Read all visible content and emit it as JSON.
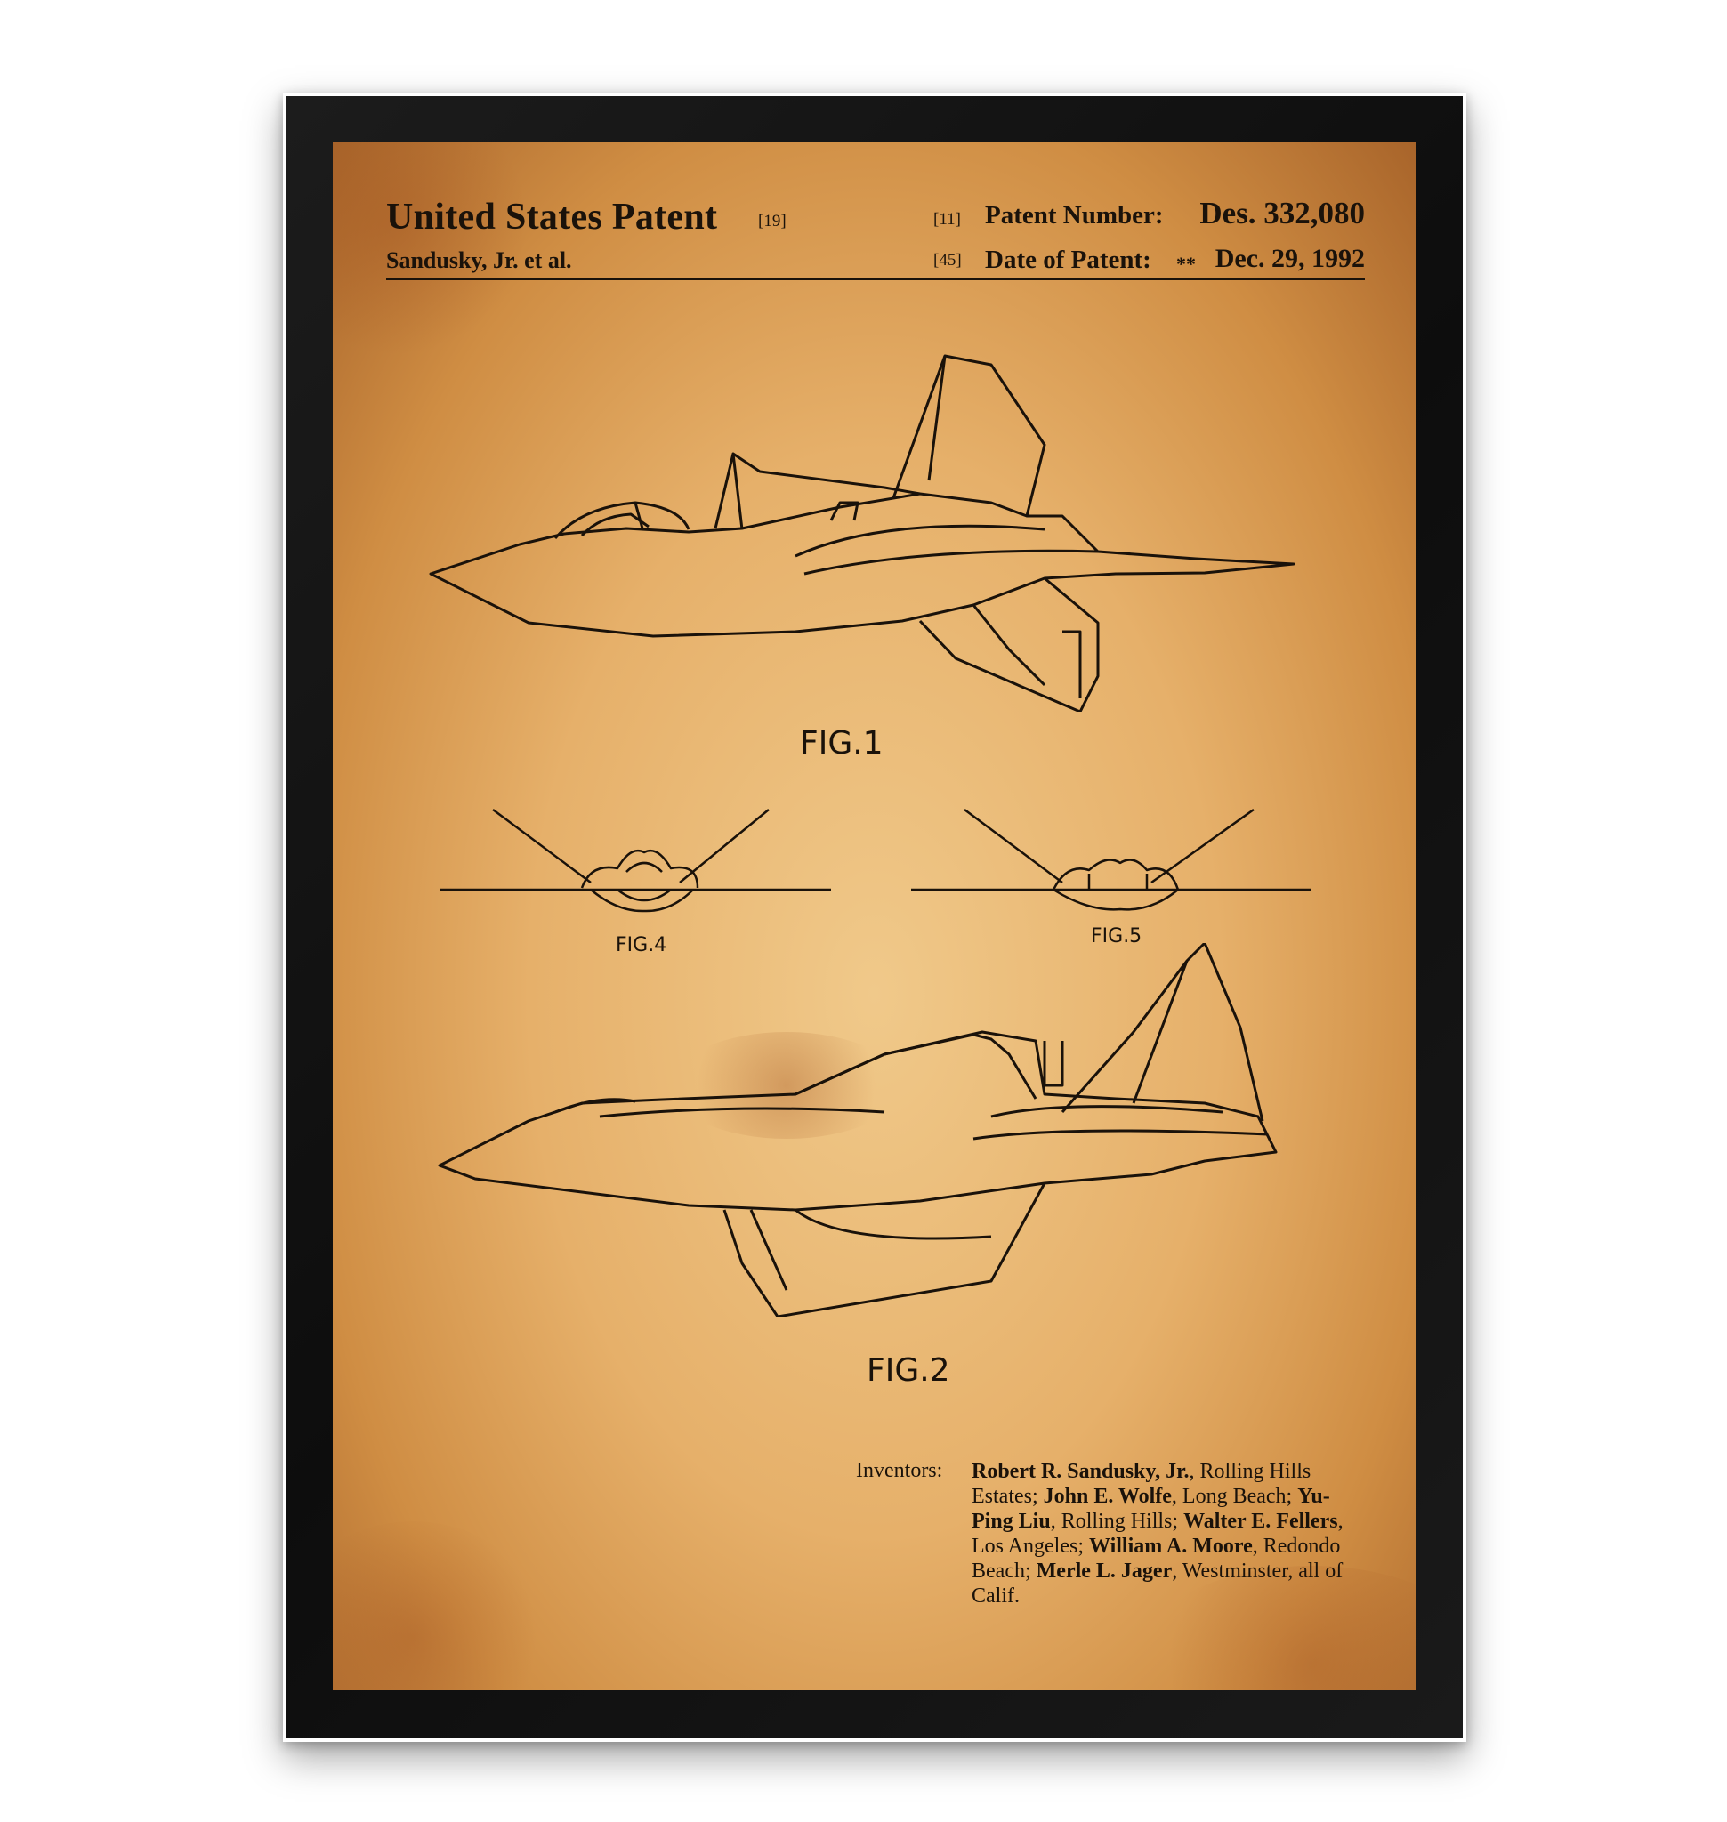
{
  "header": {
    "title": "United States Patent",
    "code_19": "[19]",
    "assignee": "Sandusky, Jr. et al.",
    "code_11": "[11]",
    "patent_number_label": "Patent Number:",
    "patent_number": "Des. 332,080",
    "code_45": "[45]",
    "date_label": "Date of Patent:",
    "date_stars": "**",
    "date": "Dec. 29, 1992"
  },
  "figures": {
    "fig1": "FIG.1",
    "fig4": "FIG.4",
    "fig5": "FIG.5",
    "fig2": "FIG.2"
  },
  "inventors": {
    "label": "Inventors:",
    "n1": "Robert R. Sandusky, Jr.",
    "t1": ", Rolling Hills Estates; ",
    "n2": "John E. Wolfe",
    "t2": ", Long Beach; ",
    "n3": "Yu-Ping Liu",
    "t3": ", Rolling Hills; ",
    "n4": "Walter E. Fellers",
    "t4": ", Los Angeles; ",
    "n5": "William A. Moore",
    "t5": ", Redondo Beach; ",
    "n6": "Merle L. Jager",
    "t6": ", Westminster, all of Calif."
  },
  "colors": {
    "paper": "#e6b06a",
    "ink": "#1a120a",
    "frame": "#111111"
  }
}
